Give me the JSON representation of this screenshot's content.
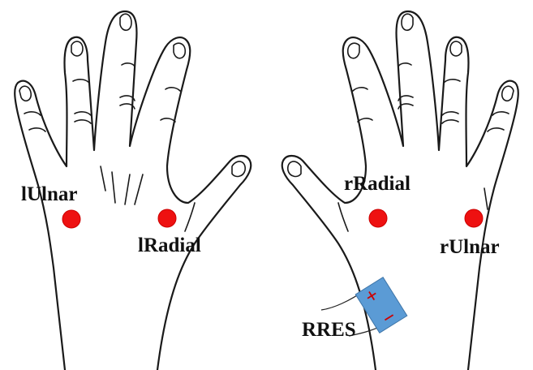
{
  "labels": {
    "left_ulnar": "lUlnar",
    "left_radial": "lRadial",
    "right_radial": "rRadial",
    "right_ulnar": "rUlnar",
    "reference": "RRES"
  },
  "electrode": {
    "positive": "+",
    "negative": "–"
  },
  "colors": {
    "point": "#ee1111",
    "electrode": "#5b9bd5",
    "outline": "#1a1a1a"
  }
}
